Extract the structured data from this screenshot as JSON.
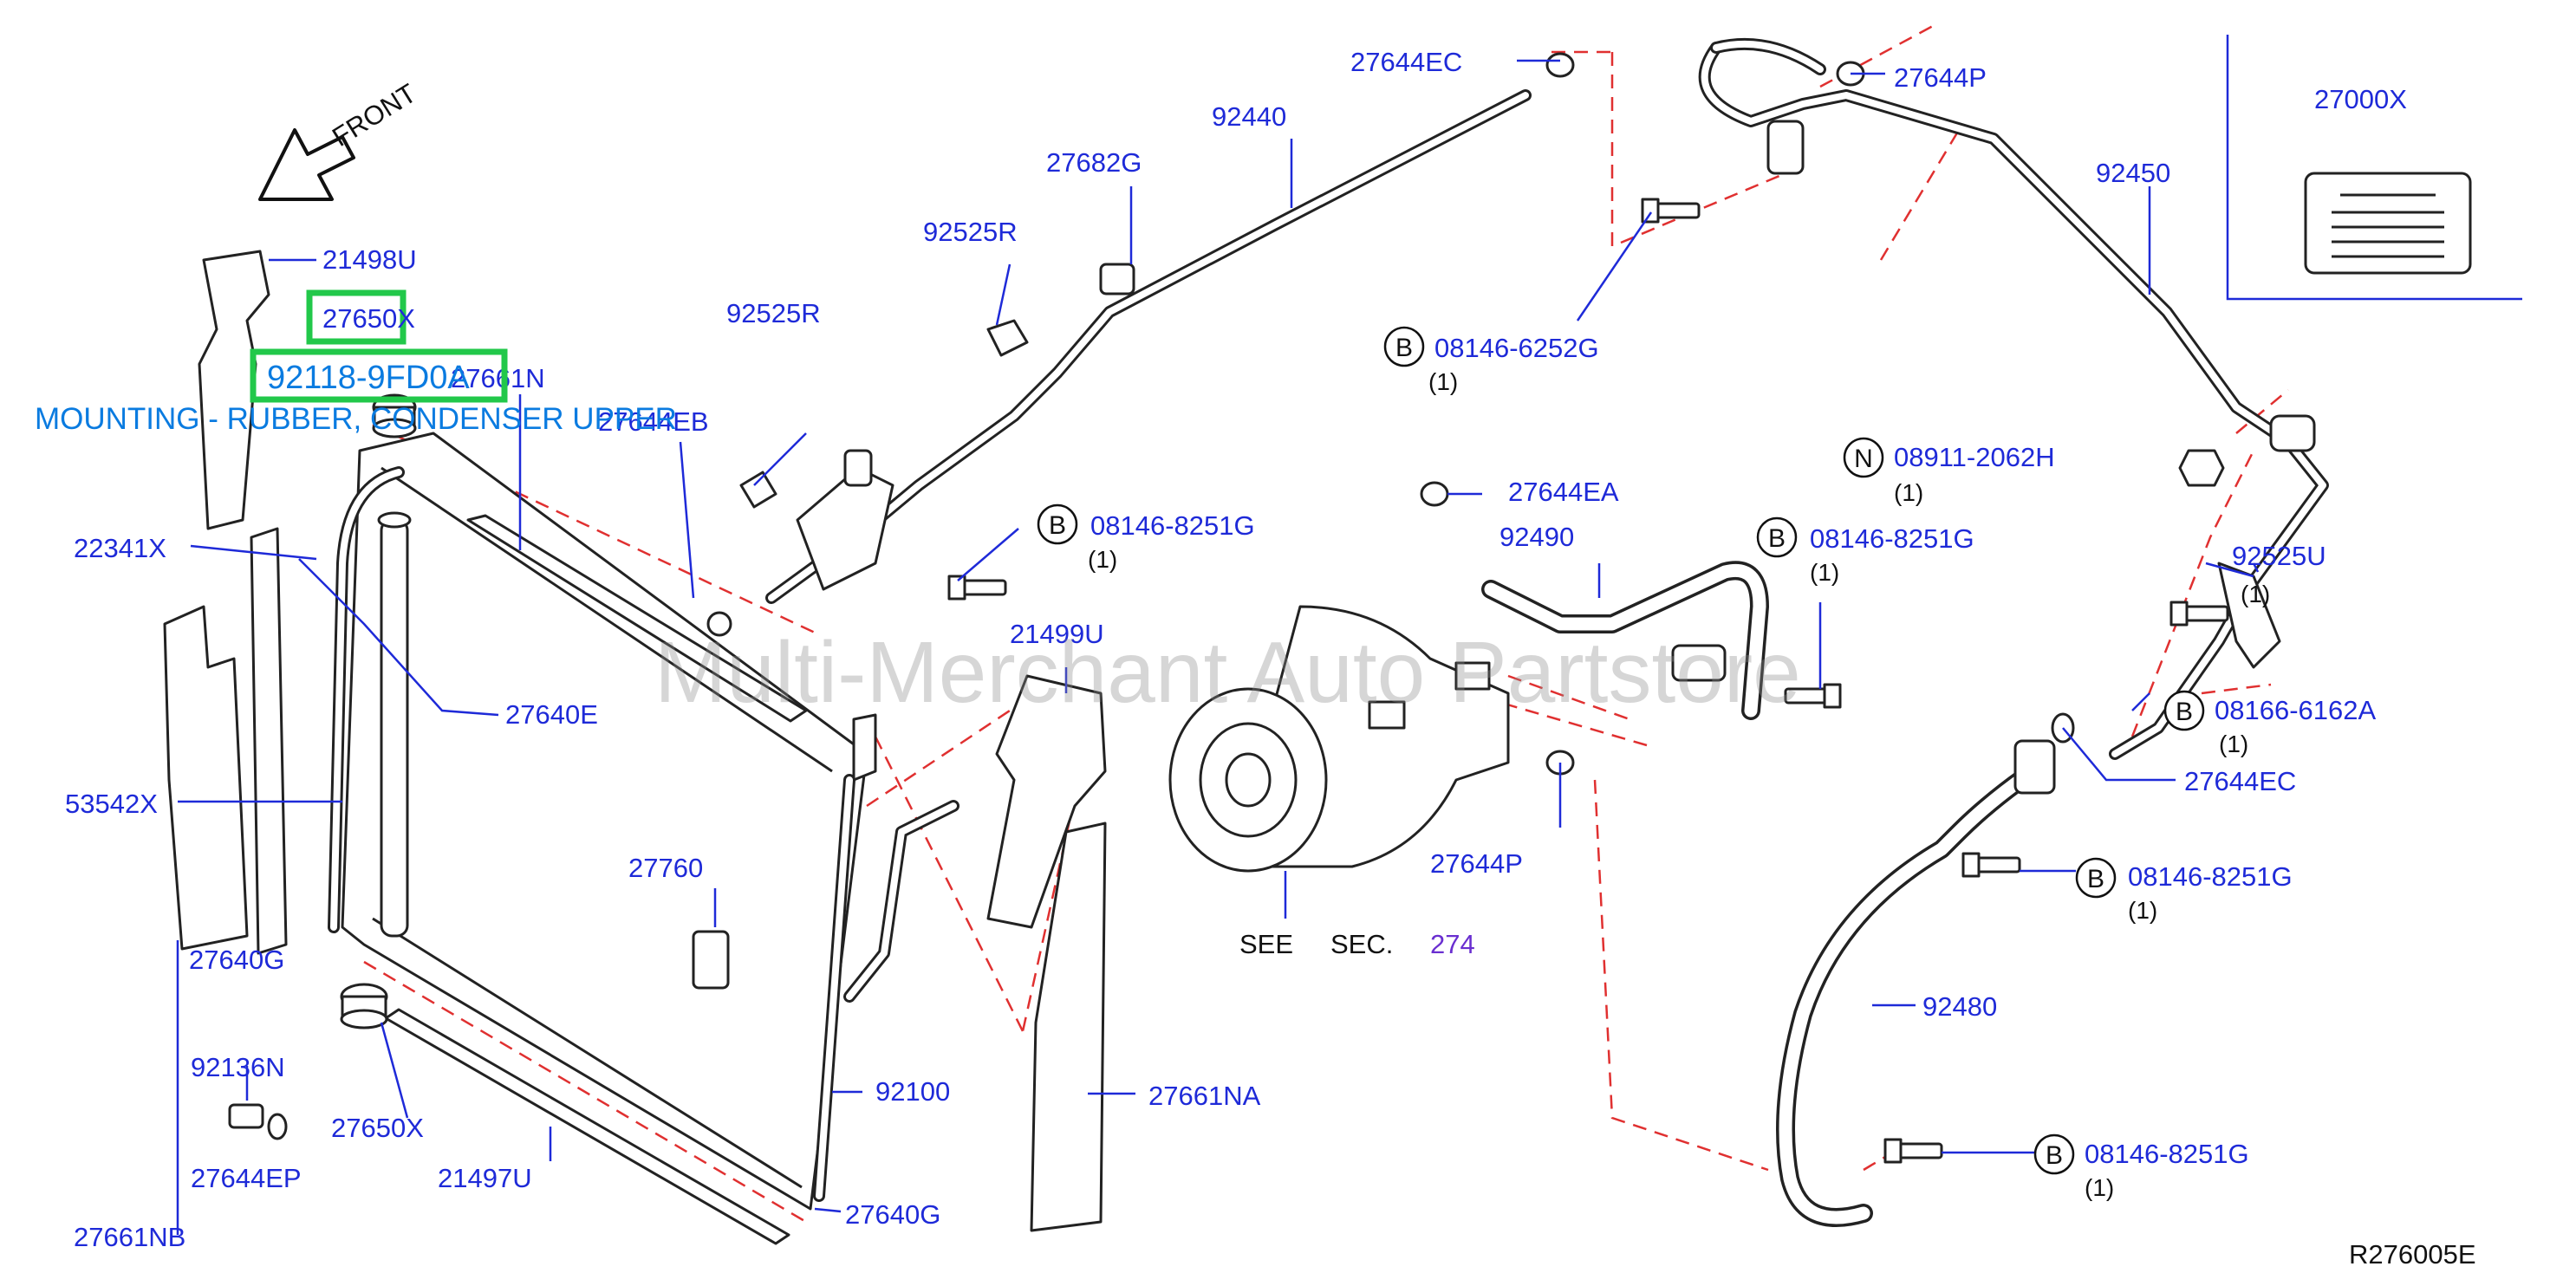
{
  "diagram": {
    "front_label": "FRONT",
    "ref_code": "R276005E",
    "see_sec": {
      "see": "SEE",
      "sec": "SEC.",
      "num": "274"
    },
    "watermark": "Multi-Merchant Auto Partstore",
    "highlighted": {
      "part_27650X": "27650X",
      "part_92118": "92118-9FD0A",
      "description": "MOUNTING - RUBBER, CONDENSER UPPER"
    },
    "labels": {
      "l_21498U": "21498U",
      "l_27661N": "27661N",
      "l_27644EB": "27644EB",
      "l_22341X": "22341X",
      "l_27640E": "27640E",
      "l_53542X": "53542X",
      "l_27640G_a": "27640G",
      "l_92136N": "92136N",
      "l_27650X_b": "27650X",
      "l_27644EP": "27644EP",
      "l_21497U": "21497U",
      "l_27661NB": "27661NB",
      "l_27640G_b": "27640G",
      "l_92100": "92100",
      "l_27760": "27760",
      "l_21499U": "21499U",
      "l_27661NA": "27661NA",
      "l_92525R_a": "92525R",
      "l_92525R_b": "92525R",
      "l_27682G": "27682G",
      "l_92440": "92440",
      "l_27644EC_a": "27644EC",
      "l_08146_6252G": "08146-6252G",
      "l_08146_8251G_a": "08146-8251G",
      "l_27644EA": "27644EA",
      "l_92490": "92490",
      "l_08146_8251G_b": "08146-8251G",
      "l_27644P_a": "27644P",
      "l_27644P_b": "27644P",
      "l_92450": "92450",
      "l_27000X": "27000X",
      "l_08911_2062H": "08911-2062H",
      "l_92525U": "92525U",
      "l_08166_6162A": "08166-6162A",
      "l_27644EC_b": "27644EC",
      "l_08146_8251G_c": "08146-8251G",
      "l_92480": "92480",
      "l_08146_8251G_d": "08146-8251G"
    },
    "quantities": {
      "q1": "(1)",
      "q2": "(1)",
      "q3": "(1)",
      "q4": "(1)",
      "q5": "(1)",
      "q6": "(1)",
      "q7": "(1)",
      "q8": "(1)"
    },
    "circle_letters": {
      "b1": "B",
      "b2": "B",
      "b3": "B",
      "b4": "B",
      "b5": "B",
      "b6": "B",
      "n1": "N"
    },
    "colors": {
      "part_number": "#1e2ad8",
      "callout": "#0a7be0",
      "highlight": "#22c84a",
      "dashed_line": "#e03030",
      "section_ref": "#6a2fd0"
    }
  }
}
